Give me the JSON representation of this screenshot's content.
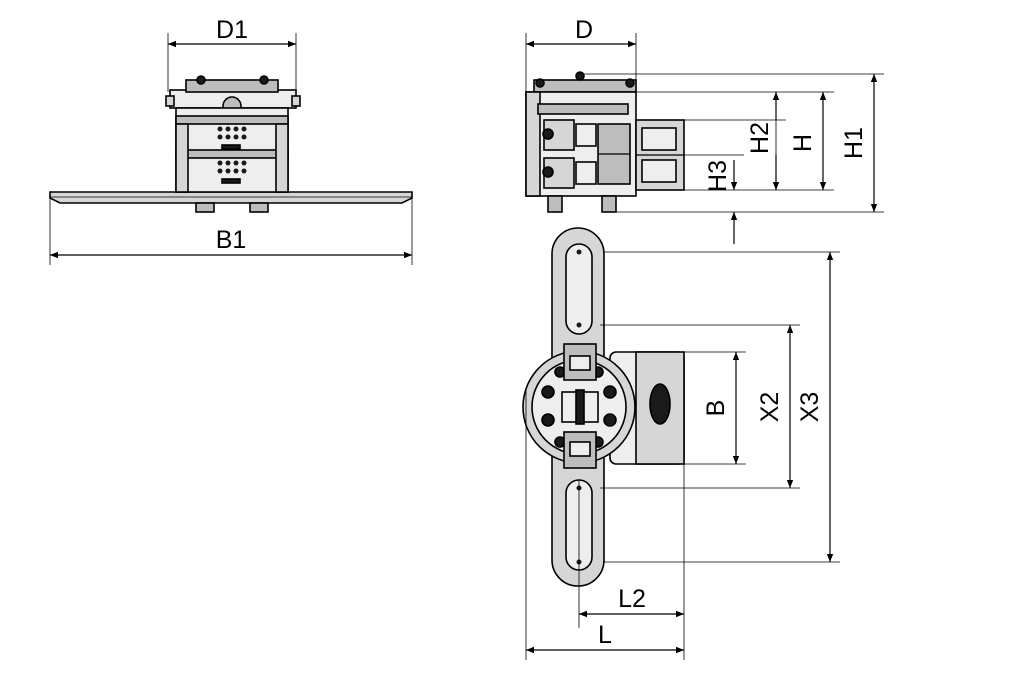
{
  "labels": {
    "d1": "D1",
    "b1": "B1",
    "d": "D",
    "h1": "H1",
    "h": "H",
    "h2": "H2",
    "h3": "H3",
    "b": "B",
    "x2": "X2",
    "x3": "X3",
    "l2": "L2",
    "l": "L"
  },
  "colors": {
    "line": "#000000",
    "light_gray": "#eeeeee",
    "mid_gray": "#d6d6d6",
    "dark_gray": "#8a8a8a"
  }
}
